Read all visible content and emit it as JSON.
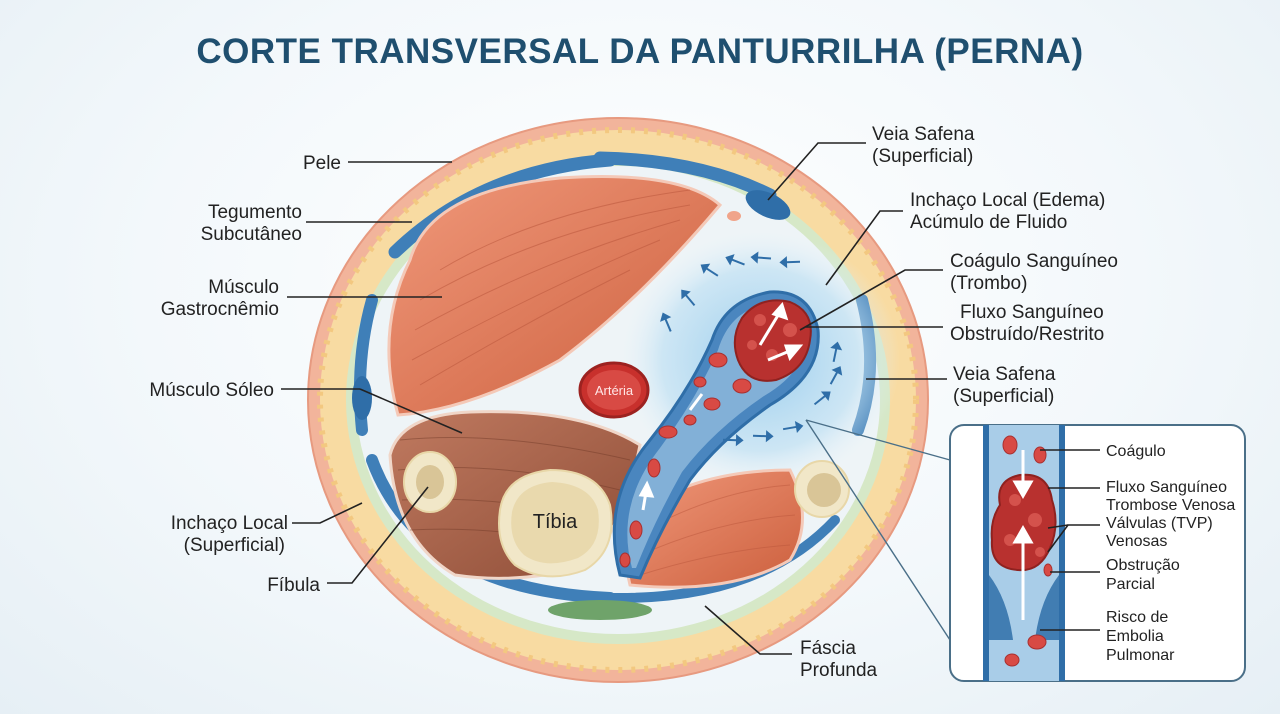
{
  "title": "CORTE TRANSVERSAL DA PANTURRILHA (PERNA)",
  "labels": {
    "pele": "Pele",
    "tegumento": [
      "Tegumento",
      "Subcutâneo"
    ],
    "gastrocnemio": [
      "Músculo",
      "Gastrocnêmio"
    ],
    "soleo": "Músculo Sóleo",
    "inchaco_superficial": [
      "Inchaço Local",
      "(Superficial)"
    ],
    "fibula": "Fíbula",
    "fascia": [
      "Fáscia",
      "Profunda"
    ],
    "veia_safena_top": [
      "Veia Safena",
      "(Superficial)"
    ],
    "edema": [
      "Inchaço Local (Edema)",
      "Acúmulo de Fluido"
    ],
    "coagulo": [
      "Coágulo Sanguíneo",
      "(Trombo)"
    ],
    "fluxo": [
      "Fluxo Sanguíneo",
      "Obstruído/Restrito"
    ],
    "veia_safena_right": [
      "Veia Safena",
      "(Superficial)"
    ],
    "tibia": "Tíbia",
    "arteria": "Artéria"
  },
  "inset": {
    "coagulo": "Coágulo",
    "fluxo": [
      "Fluxo Sanguíneo",
      "Trombose Venosa"
    ],
    "valvulas": [
      "Válvulas (TVP)",
      "Venosas"
    ],
    "obstrucao": [
      "Obstrução",
      "Parcial"
    ],
    "risco": [
      "Risco de",
      "Embolia",
      "Pulmonar"
    ]
  },
  "colors": {
    "title": "#1f4f6f",
    "skin": "#f2b49b",
    "fat": "#f8dba2",
    "fascia": "#cfe3c2",
    "vein": "#3f7fb8",
    "muscle": "#e07b58",
    "soleus": "#a86249",
    "bone": "#f1e7c8",
    "clot": "#b8312f",
    "edema": "#bfe0f3"
  }
}
